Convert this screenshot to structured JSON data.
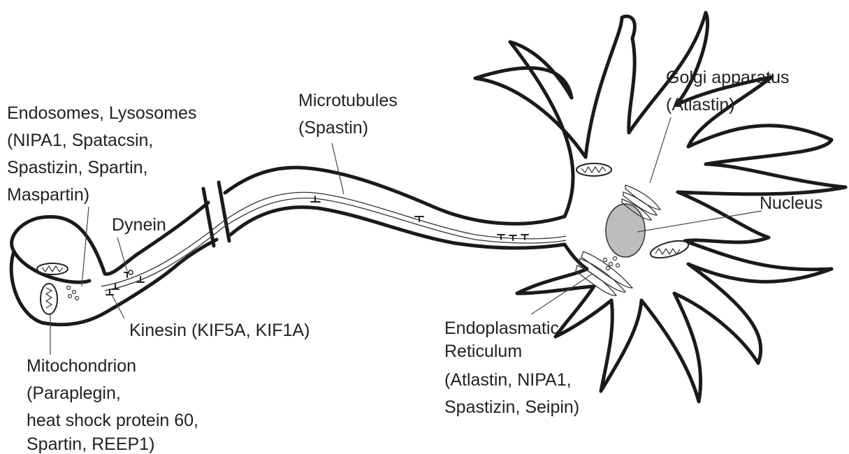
{
  "labels": {
    "endosomes": [
      "Endosomes, Lysosomes",
      "(NIPA1, Spatacsin,",
      "Spastizin, Spartin,",
      "Maspartin)"
    ],
    "dynein": [
      "Dynein"
    ],
    "microtubules": [
      "Microtubules",
      "(Spastin)"
    ],
    "kinesin": [
      "Kinesin (KIF5A, KIF1A)"
    ],
    "mitochondrion": [
      "Mitochondrion",
      "(Paraplegin,",
      "heat shock protein 60,",
      "Spartin, REEP1)"
    ],
    "golgi": [
      "Golgi apparatus",
      "(Atlastin)"
    ],
    "nucleus": [
      "Nucleus"
    ],
    "er": [
      "Endoplasmatic",
      "Reticulum",
      "(Atlastin, NIPA1,",
      "Spastizin, Seipin)"
    ]
  },
  "colors": {
    "outline": "#1a1a1a",
    "nucleus_fill": "#bdbdbd",
    "text": "#222222"
  }
}
